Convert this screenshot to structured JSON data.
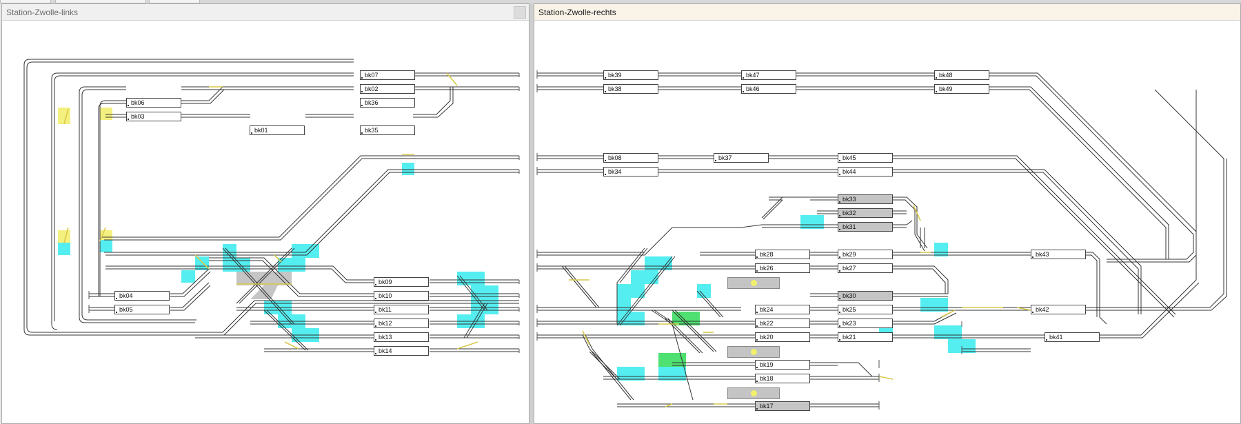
{
  "panels": {
    "left": {
      "title": "Station-Zwolle-links"
    },
    "right": {
      "title": "Station-Zwolle-rechts"
    }
  },
  "colors": {
    "track": "#333333",
    "signal_yellow": "#f4f080",
    "highlight_cyan": "#55eef0",
    "highlight_green": "#4ee070",
    "occupied_gray": "#c5c5c5"
  },
  "blocks_left": [
    "bk07",
    "bk02",
    "bk06",
    "bk36",
    "bk03",
    "bk01",
    "bk35",
    "bk09",
    "bk04",
    "bk10",
    "bk05",
    "bk11",
    "bk12",
    "bk13",
    "bk14"
  ],
  "blocks_right": [
    "bk39",
    "bk47",
    "bk48",
    "bk38",
    "bk46",
    "bk49",
    "bk08",
    "bk37",
    "bk45",
    "bk34",
    "bk44",
    "bk33",
    "bk32",
    "bk31",
    "bk28",
    "bk29",
    "bk43",
    "bk26",
    "bk27",
    "bk30",
    "bk24",
    "bk25",
    "bk42",
    "bk22",
    "bk23",
    "bk20",
    "bk21",
    "bk41",
    "bk19",
    "bk18",
    "bk17"
  ],
  "occupied_blocks": [
    "bk33",
    "bk32",
    "bk31",
    "bk30",
    "bk17"
  ]
}
